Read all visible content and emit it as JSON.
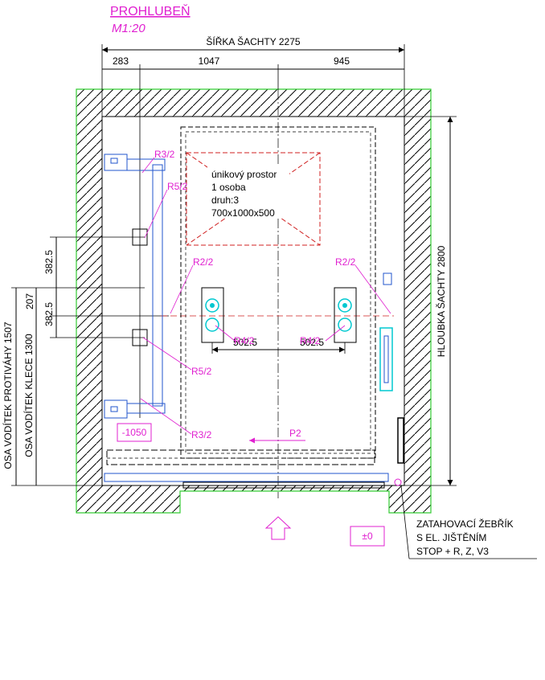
{
  "title": "PROHLUBEŇ",
  "scale": "M1:20",
  "shaft_width_label": "ŠÍŘKA ŠACHTY 2275",
  "shaft_depth_label": "HLOUBKA ŠACHTY 2800",
  "top_dims": [
    "283",
    "1047",
    "945"
  ],
  "left_dims": {
    "upper": "382.5",
    "offset": "207",
    "lower": "382.5",
    "guide_counterweight": "OSA VODÍTEK PROTIVÁHY 1507",
    "guide_car": "OSA VODÍTEK KLECE 1300"
  },
  "buffer_dims": [
    "502.5",
    "502.5"
  ],
  "refuge": {
    "line1": "únikový prostor",
    "line2": "1 osoba",
    "line3": "druh:3",
    "line4": "700x1000x500"
  },
  "labels": {
    "r3_top": "R3/2",
    "r5_top": "R5/2",
    "r2_left": "R2/2",
    "r2_right": "R2/2",
    "r4_left": "R4/2",
    "r4_right": "R4/2",
    "r5_bottom": "R5/2",
    "r3_bottom": "R3/2",
    "p2": "P2"
  },
  "levels": {
    "pit": "-1050",
    "floor": "±0"
  },
  "ladder_note": {
    "line1": "ZATAHOVACÍ ŽEBŘÍK",
    "line2": "S EL. JIŠTĚNÍM",
    "line3": "STOP + R, Z, V3"
  },
  "colors": {
    "wall_outline": "#33cc33",
    "annotation": "#e020d0",
    "equipment": "#2255cc",
    "refuge_zone": "#d02020",
    "buffer_detail": "#00c8d0"
  }
}
